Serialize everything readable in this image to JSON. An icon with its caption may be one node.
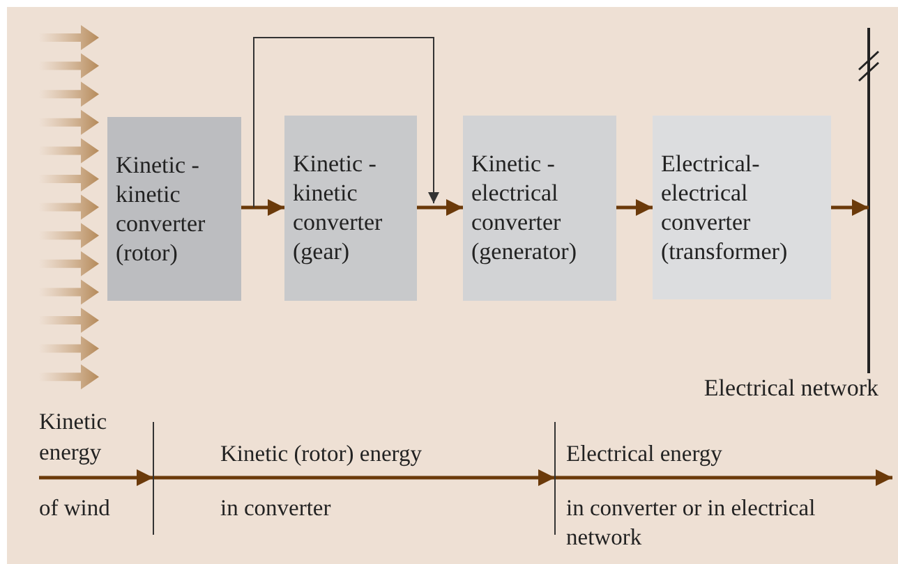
{
  "diagram": {
    "nodes": [
      {
        "text": [
          "Kinetic - kinetic converter (rotor)"
        ]
      },
      {
        "text": [
          "Kinetic - kinetic converter (gear)"
        ]
      },
      {
        "text": [
          "Kinetic - electrical converter (generator)"
        ]
      },
      {
        "text": [
          "Electrical- electrical converter (transformer)"
        ]
      },
      {
        "text": [],
        "shape": "bar",
        "beside": [
          "Electrical network"
        ]
      }
    ],
    "edges": [
      {
        "from": 0,
        "to": 1,
        "arrow": "to"
      },
      {
        "from": 1,
        "to": 2,
        "arrow": "to"
      },
      {
        "from": 2,
        "to": 3,
        "arrow": "to"
      },
      {
        "from": 3,
        "to": 4,
        "arrow": "to"
      },
      {
        "from": 0,
        "to": 2,
        "arrow": "to",
        "color": "#333333"
      }
    ],
    "labels": [
      "Kinetic energy",
      "of wind",
      "Kinetic (rotor) energy",
      "in converter",
      "Electrical energy",
      "in converter or in electrical network"
    ]
  }
}
